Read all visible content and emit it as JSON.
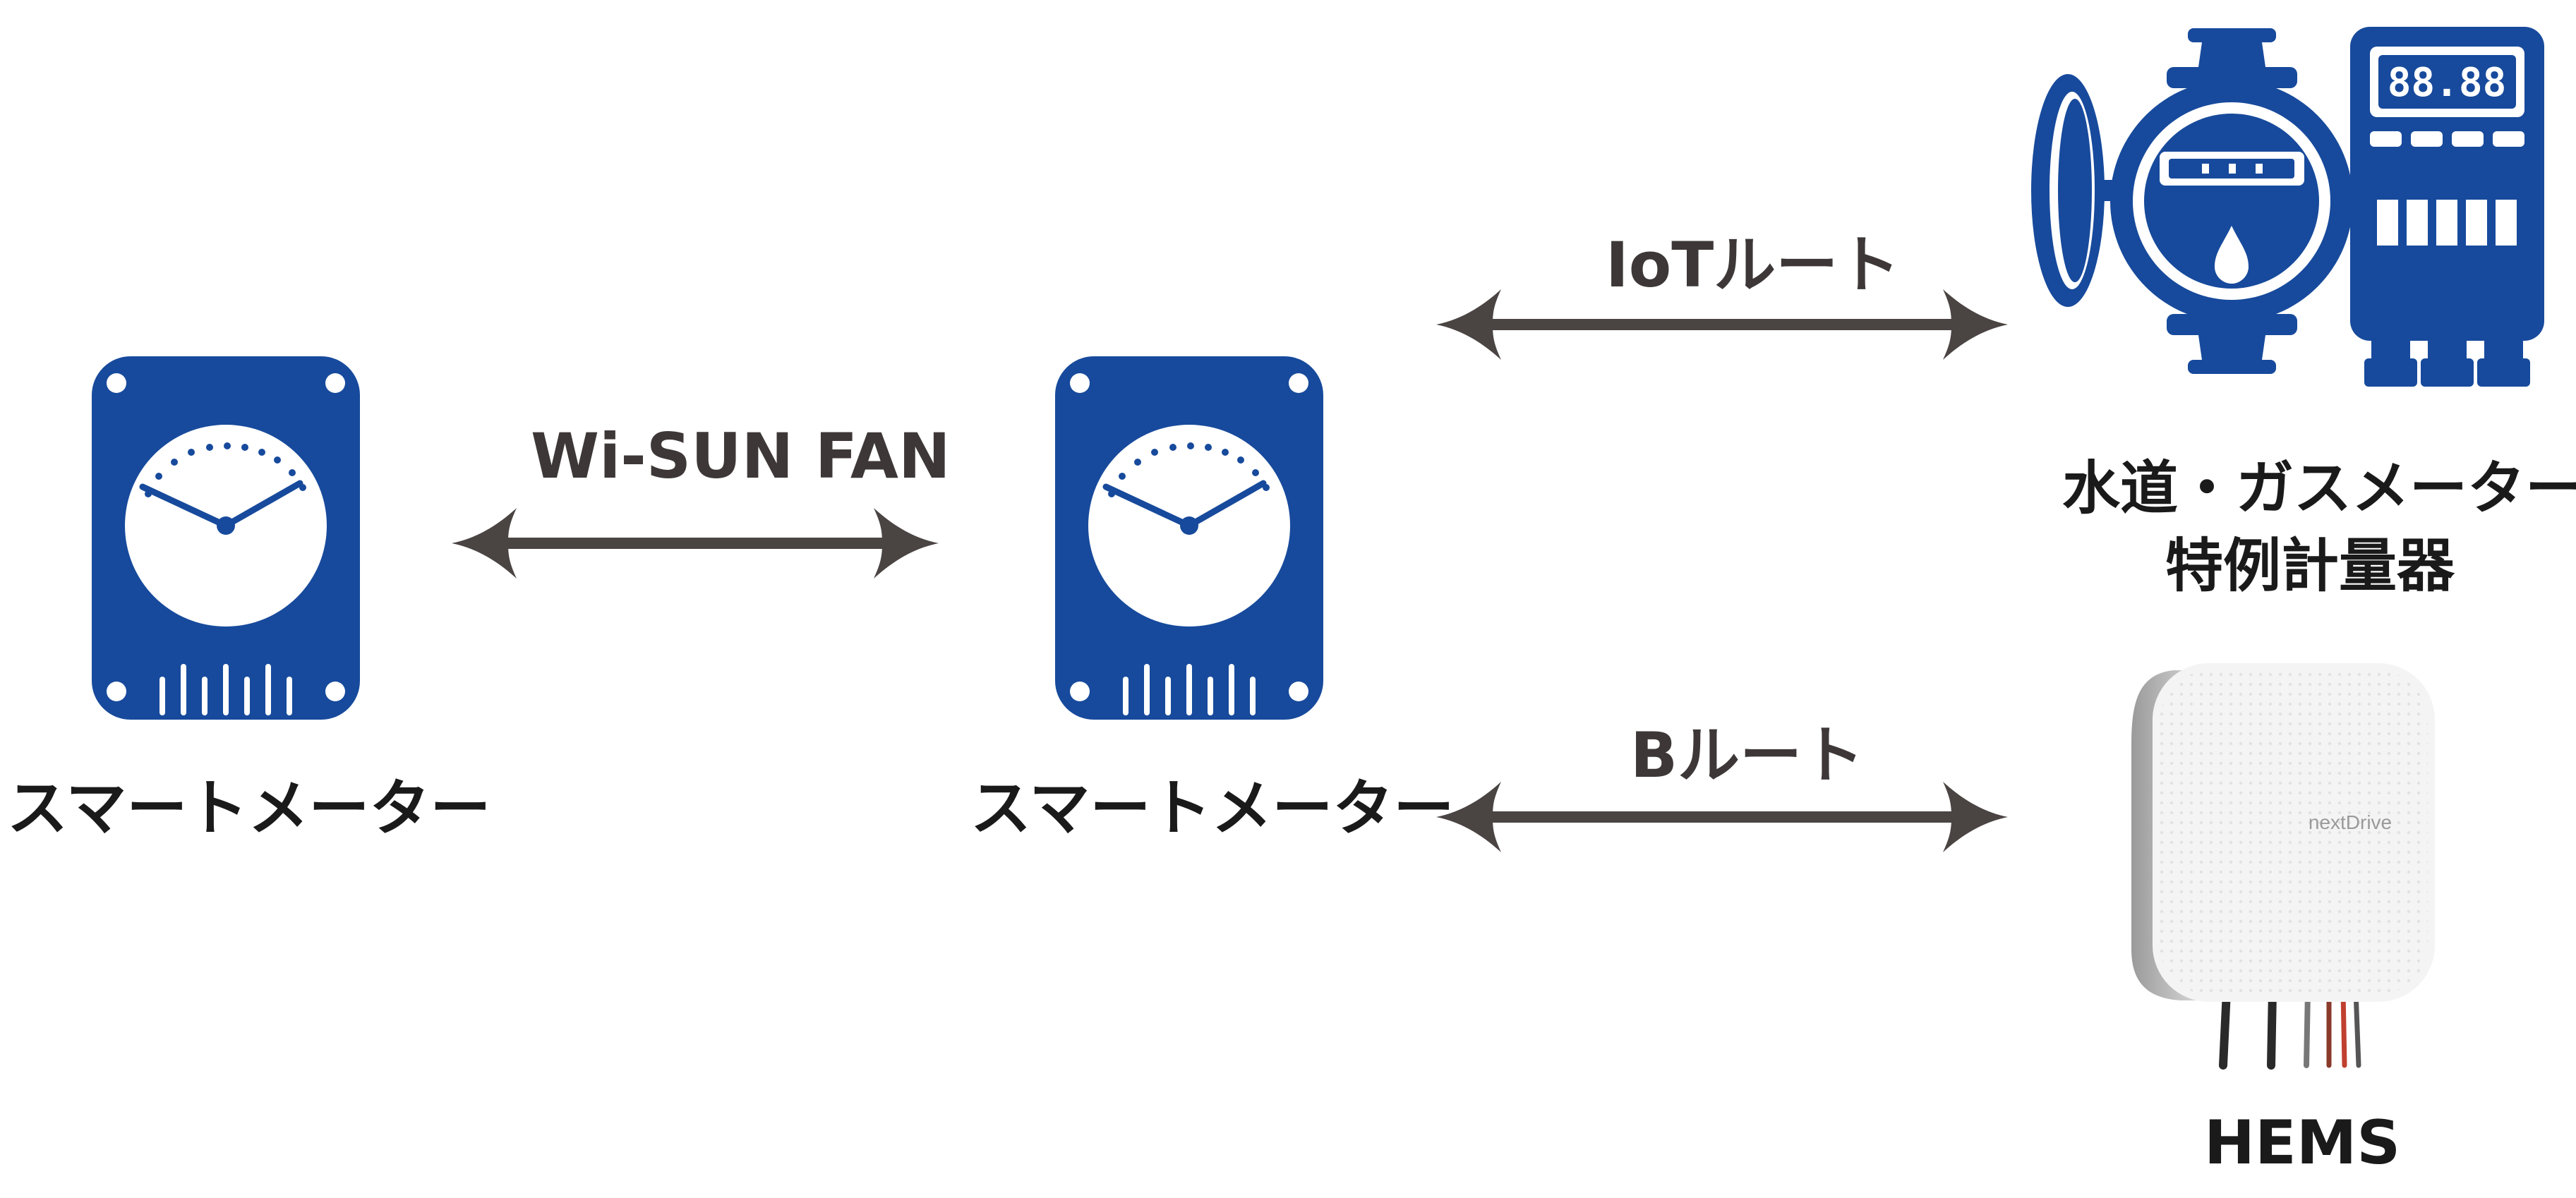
{
  "colors": {
    "meter_blue": "#174a9c",
    "arrow": "#4a4442",
    "text": "#1a1a1a",
    "hems_body": "#f2f2f2"
  },
  "nodes": {
    "meter_left": {
      "label": "スマートメーター",
      "icon": "smart-meter-icon"
    },
    "meter_center": {
      "label": "スマートメーター",
      "icon": "smart-meter-icon"
    },
    "water_gas": {
      "label_line1": "水道・ガスメーター",
      "label_line2": "特例計量器",
      "icon": "water-meter-icon",
      "icon2": "gas-meter-icon",
      "display": "88.88"
    },
    "hems": {
      "label": "HEMS",
      "icon": "hems-device-icon",
      "brand": "nextDrive"
    }
  },
  "edges": {
    "wisun": {
      "label": "Wi-SUN FAN",
      "direction": "bidirectional"
    },
    "iot": {
      "label": "IoTルート",
      "direction": "bidirectional"
    },
    "broute": {
      "label": "Bルート",
      "direction": "bidirectional"
    }
  }
}
